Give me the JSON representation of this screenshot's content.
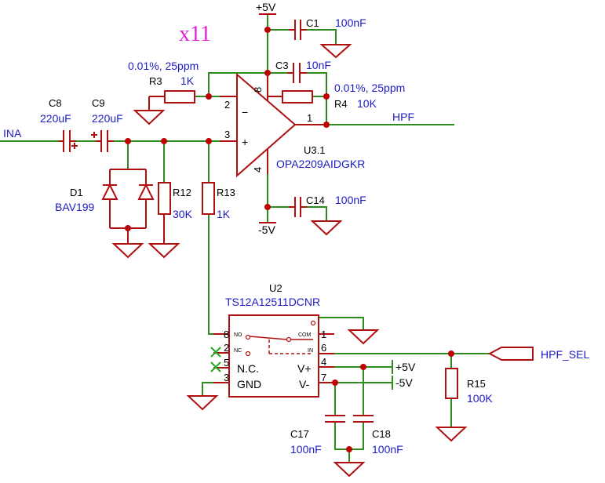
{
  "annotation": "x11",
  "nets": {
    "input": "INA",
    "output": "HPF",
    "select": "HPF_SEL",
    "vpos": "+5V",
    "vneg": "-5V"
  },
  "opamp": {
    "ref": "U3.1",
    "part": "OPA2209AIDGKR",
    "pins": {
      "inv": "2",
      "noninv": "3",
      "out": "1",
      "vp": "8",
      "vn": "4"
    }
  },
  "switch": {
    "ref": "U2",
    "part": "TS12A12511DCNR",
    "pins": {
      "no": "8",
      "nc1": "2",
      "nc2": "5",
      "gnd": "3",
      "com": "1",
      "in": "6",
      "vp": "4",
      "vn": "7"
    },
    "labels": {
      "no": "NO",
      "nc": "NC",
      "com": "COM",
      "in": "IN",
      "nc_text": "N.C.",
      "gnd_text": "GND",
      "vp_text": "V+",
      "vn_text": "V-"
    }
  },
  "components": {
    "C1": {
      "ref": "C1",
      "value": "100nF"
    },
    "C3": {
      "ref": "C3",
      "value": "10nF"
    },
    "C8": {
      "ref": "C8",
      "value": "220uF"
    },
    "C9": {
      "ref": "C9",
      "value": "220uF"
    },
    "C14": {
      "ref": "C14",
      "value": "100nF"
    },
    "C17": {
      "ref": "C17",
      "value": "100nF"
    },
    "C18": {
      "ref": "C18",
      "value": "100nF"
    },
    "R3": {
      "ref": "R3",
      "value": "1K",
      "tol": "0.01%, 25ppm"
    },
    "R4": {
      "ref": "R4",
      "value": "10K",
      "tol": "0.01%, 25ppm"
    },
    "R12": {
      "ref": "R12",
      "value": "30K"
    },
    "R13": {
      "ref": "R13",
      "value": "1K"
    },
    "R15": {
      "ref": "R15",
      "value": "100K"
    },
    "D1": {
      "ref": "D1",
      "value": "BAV199"
    }
  },
  "colors": {
    "wire": "#2e8b1e",
    "part": "#b01010",
    "junction": "#c00000",
    "label": "#1c1cc4",
    "annotation": "#e020e0"
  }
}
